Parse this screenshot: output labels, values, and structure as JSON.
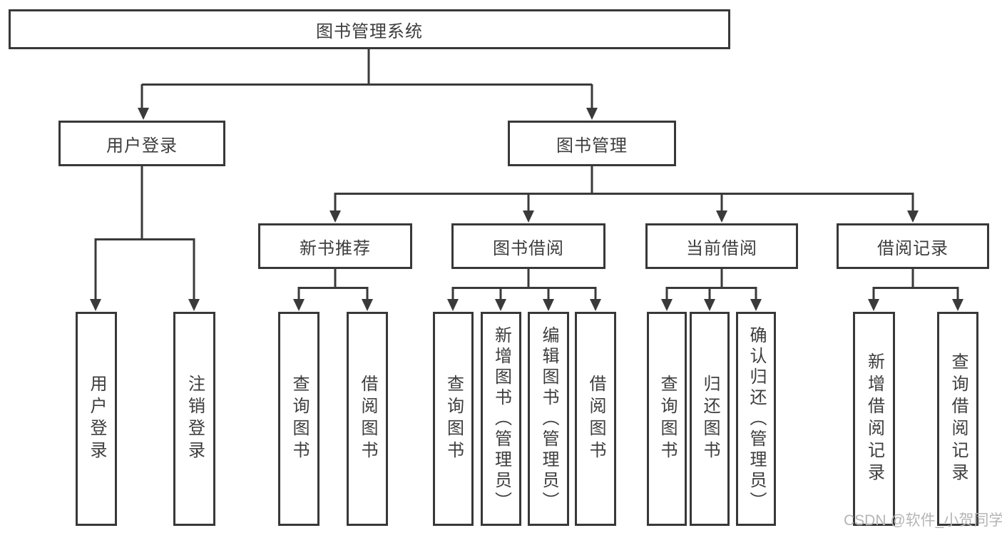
{
  "diagram": {
    "title": "图书管理系统",
    "root": {
      "label": "图书管理系统"
    },
    "level2": [
      {
        "id": "user-login",
        "label": "用户登录"
      },
      {
        "id": "book-management",
        "label": "图书管理"
      }
    ],
    "level3": [
      {
        "id": "new-book-recommendation",
        "label": "新书推荐",
        "parent": "book-management"
      },
      {
        "id": "book-borrowing",
        "label": "图书借阅",
        "parent": "book-management"
      },
      {
        "id": "current-borrowing",
        "label": "当前借阅",
        "parent": "book-management"
      },
      {
        "id": "borrowing-records",
        "label": "借阅记录",
        "parent": "book-management"
      }
    ],
    "leaves": [
      {
        "id": "user-login-action",
        "label": "用户登录",
        "parent": "user-login"
      },
      {
        "id": "logout-action",
        "label": "注销登录",
        "parent": "user-login"
      },
      {
        "id": "query-books-recommend",
        "label": "查询图书",
        "parent": "new-book-recommendation"
      },
      {
        "id": "borrow-books-recommend",
        "label": "借阅图书",
        "parent": "new-book-recommendation"
      },
      {
        "id": "query-books-borrowing",
        "label": "查询图书",
        "parent": "book-borrowing"
      },
      {
        "id": "add-book-admin",
        "label": "新增图书（管理员）",
        "parent": "book-borrowing"
      },
      {
        "id": "edit-book-admin",
        "label": "编辑图书（管理员）",
        "parent": "book-borrowing"
      },
      {
        "id": "borrow-books-borrowing",
        "label": "借阅图书",
        "parent": "book-borrowing"
      },
      {
        "id": "query-books-current",
        "label": "查询图书",
        "parent": "current-borrowing"
      },
      {
        "id": "return-books",
        "label": "归还图书",
        "parent": "current-borrowing"
      },
      {
        "id": "confirm-return-admin",
        "label": "确认归还（管理员）",
        "parent": "current-borrowing"
      },
      {
        "id": "add-borrow-record",
        "label": "新增借阅记录",
        "parent": "borrowing-records"
      },
      {
        "id": "query-borrow-record",
        "label": "查询借阅记录",
        "parent": "borrowing-records"
      }
    ]
  },
  "watermark": {
    "text": "CSDN @软件_小贺同学"
  },
  "colors": {
    "background": "#ffffff",
    "line": "#3a3a3a",
    "border": "#383838",
    "text": "#3d3d3d",
    "watermark": "#b5b5b5"
  }
}
